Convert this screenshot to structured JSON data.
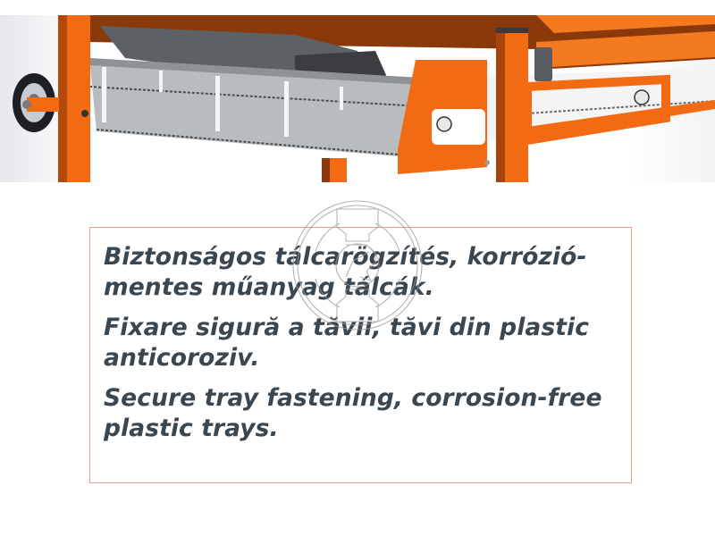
{
  "illustration": {
    "subject": "orange tile saw stand with plastic tray fastened below the table",
    "colors": {
      "frame_orange": "#f26a12",
      "frame_dark": "#6b2a05",
      "tray_gray": "#b9bcbf",
      "wheel_dark": "#1d1f22"
    }
  },
  "watermark": {
    "icon": "gear-logo-watermark"
  },
  "card": {
    "border_color": "#e3a18c",
    "text_color": "#3a4650",
    "paragraphs": [
      {
        "lang": "hu",
        "text": "Biztonságos tálcarögzítés, korrózió-\nmentes műanyag tálcák."
      },
      {
        "lang": "ro",
        "text": "Fixare sigură a tăvii, tăvi din plastic\nanticoroziv."
      },
      {
        "lang": "en",
        "text": "Secure tray fastening, corrosion-free\nplastic trays."
      }
    ]
  }
}
